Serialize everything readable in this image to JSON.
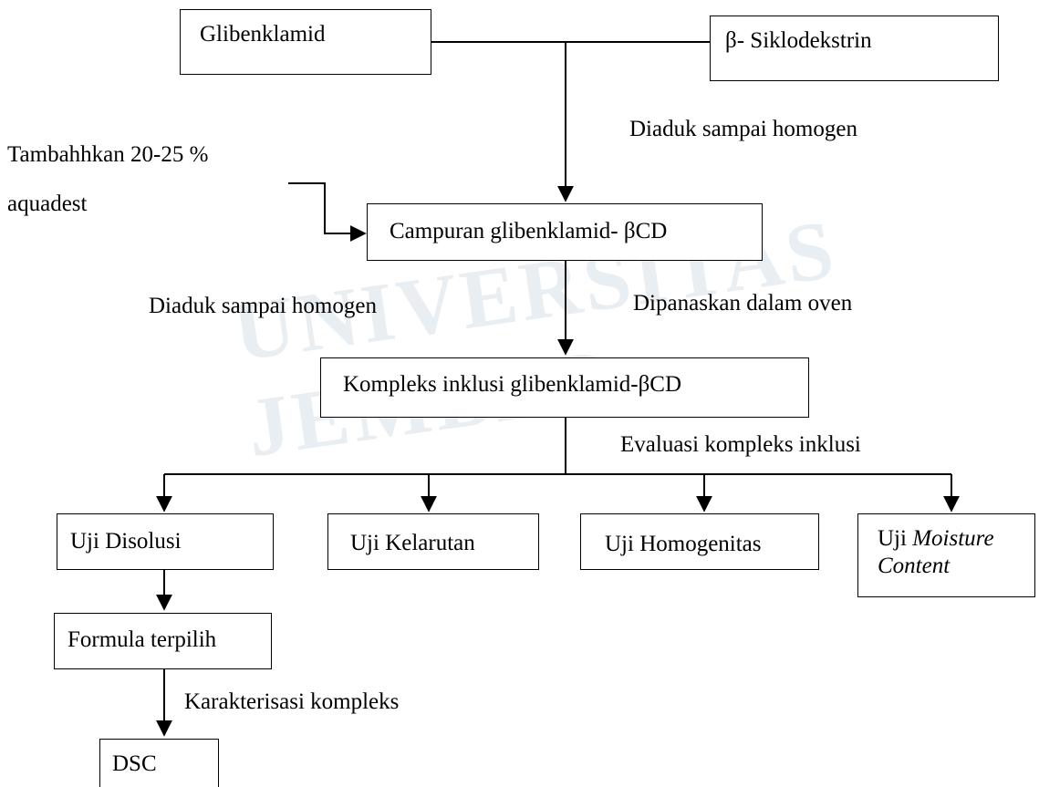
{
  "nodes": {
    "glibenklamid": "Glibenklamid",
    "siklodekstrin": "β- Siklodekstrin",
    "campuran": "Campuran glibenklamid- βCD",
    "kompleks": "Kompleks inklusi glibenklamid-βCD",
    "disolusi": "Uji Disolusi",
    "kelarutan": "Uji Kelarutan",
    "homogenitas": "Uji Homogenitas",
    "moisture_prefix": "Uji ",
    "moisture_line1_italic": "Moisture",
    "moisture_line2_italic": "Content",
    "formula": "Formula terpilih",
    "dsc": "DSC"
  },
  "labels": {
    "diaduk1": "Diaduk sampai homogen",
    "tambah_line1": "Tambahhkan  20-25  %",
    "tambah_line2": "aquadest",
    "diaduk2": "Diaduk sampai homogen",
    "dipanaskan": "Dipanaskan dalam oven",
    "evaluasi": "Evaluasi kompleks inklusi",
    "karakterisasi": "Karakterisasi  kompleks"
  },
  "watermark": {
    "text": "UNIVERSITAS JEMBER",
    "color": "#e9eef3"
  }
}
